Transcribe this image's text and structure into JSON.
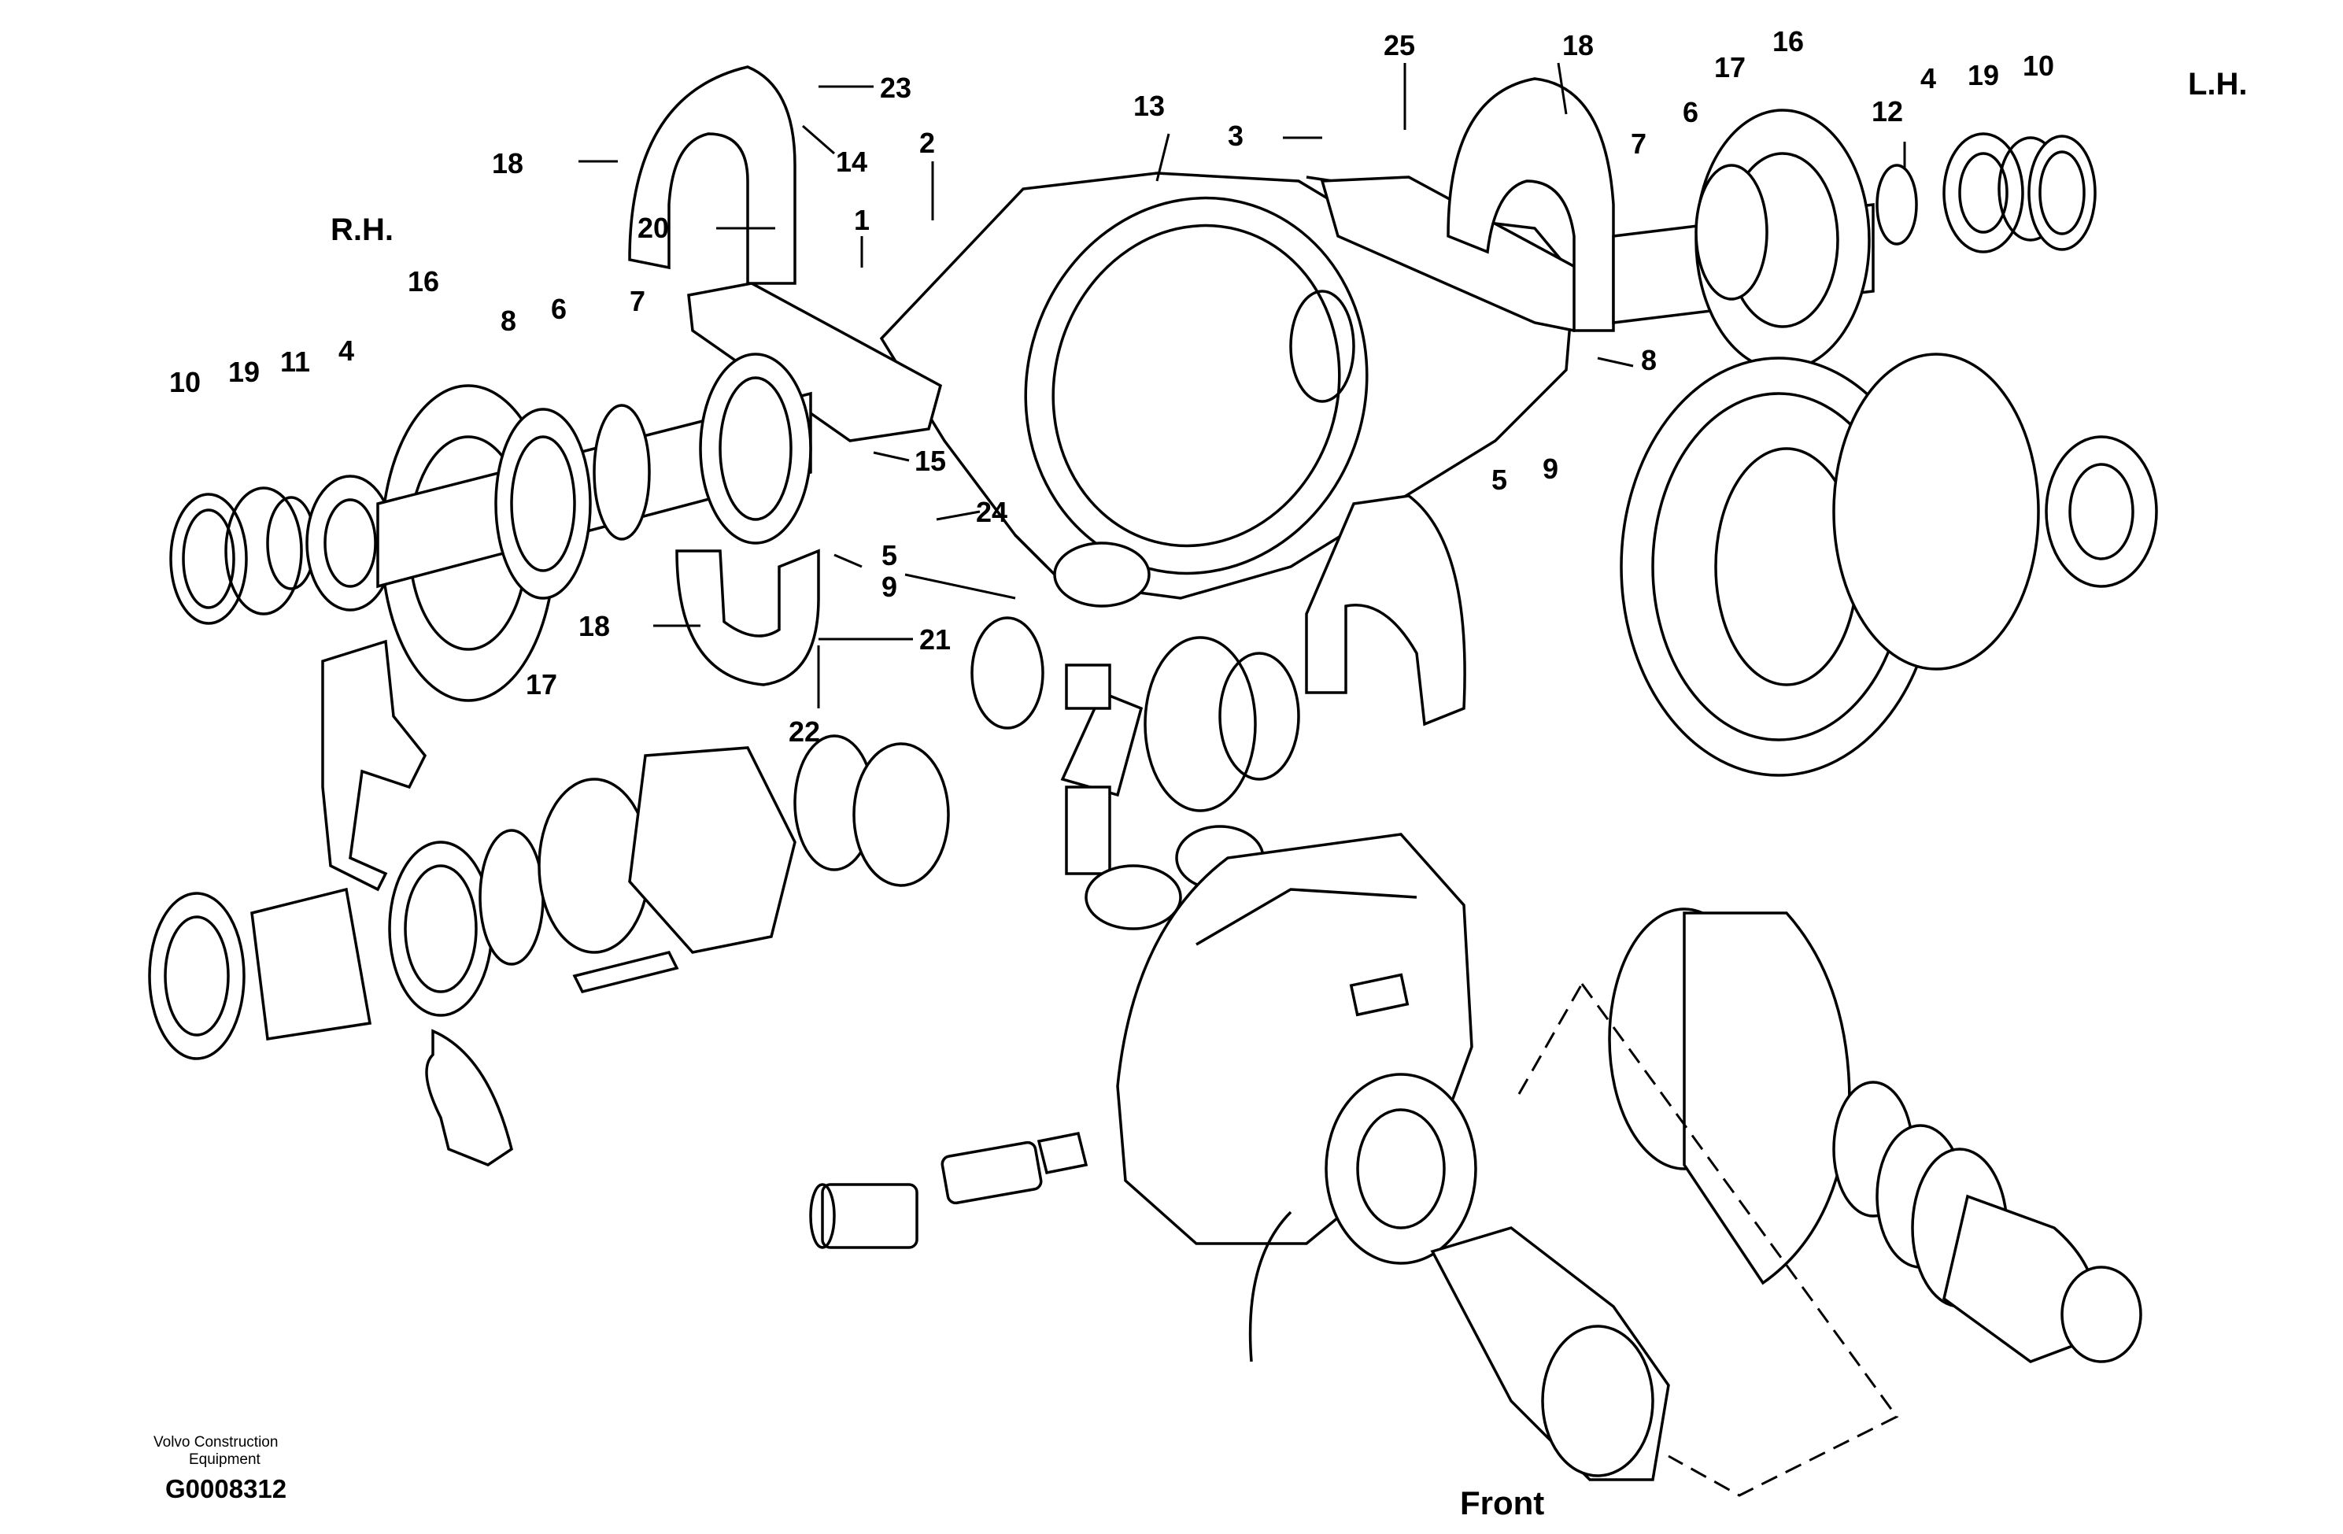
{
  "side_labels": {
    "rh": "R.H.",
    "lh": "L.H."
  },
  "front_label": "Front",
  "footer": {
    "brand_line1": "Volvo Construction",
    "brand_line2": "Equipment",
    "code": "G0008312"
  },
  "callouts": {
    "rh": {
      "n23": "23",
      "n18a": "18",
      "n14": "14",
      "n2": "2",
      "n20": "20",
      "n1": "1",
      "n16": "16",
      "n8": "8",
      "n6": "6",
      "n7": "7",
      "n10": "10",
      "n19": "19",
      "n11": "11",
      "n4": "4",
      "n15": "15",
      "n24": "24",
      "n5": "5",
      "n9": "9",
      "n18b": "18",
      "n17": "17",
      "n21": "21",
      "n22": "22"
    },
    "center": {
      "n13": "13",
      "n3": "3",
      "n25": "25",
      "n5": "5"
    },
    "lh": {
      "n18": "18",
      "n16": "16",
      "n17": "17",
      "n7": "7",
      "n6": "6",
      "n12": "12",
      "n4": "4",
      "n19": "19",
      "n10": "10",
      "n8": "8",
      "n5": "5",
      "n9": "9"
    }
  }
}
